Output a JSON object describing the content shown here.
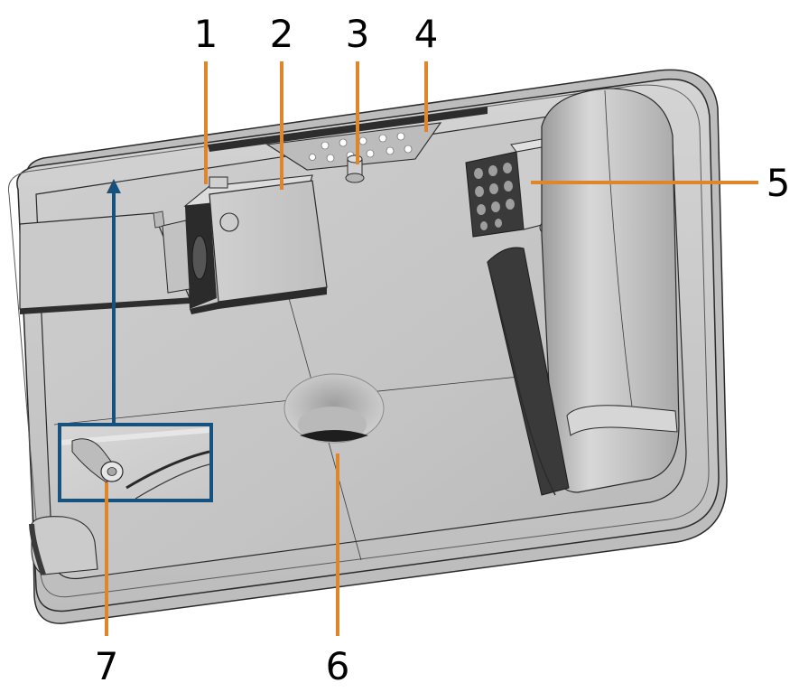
{
  "colors": {
    "leader_orange": "#e0862a",
    "leader_blue": "#17527e",
    "tray_shell": "#c7c7c7",
    "tray_floor": "#c3c3c3",
    "dark_component": "#3d3d3d"
  },
  "callouts": [
    {
      "id": "1",
      "label": "1"
    },
    {
      "id": "2",
      "label": "2"
    },
    {
      "id": "3",
      "label": "3"
    },
    {
      "id": "4",
      "label": "4"
    },
    {
      "id": "5",
      "label": "5"
    },
    {
      "id": "6",
      "label": "6"
    },
    {
      "id": "7",
      "label": "7"
    }
  ],
  "icons": {
    "direction_arrow": "arrow-up-icon"
  }
}
